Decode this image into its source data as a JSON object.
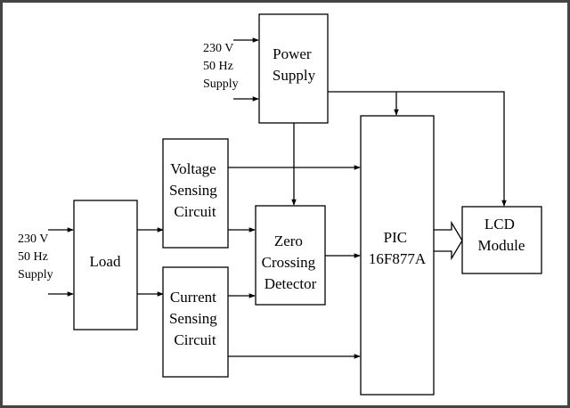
{
  "colors": {
    "stroke": "#000000",
    "background": "#ffffff",
    "border": "#444444"
  },
  "blocks": {
    "power_supply": {
      "lines": [
        "Power",
        "Supply"
      ]
    },
    "voltage_sensing": {
      "lines": [
        "Voltage",
        "Sensing",
        "Circuit"
      ]
    },
    "current_sensing": {
      "lines": [
        "Current",
        "Sensing",
        "Circuit"
      ]
    },
    "load": {
      "lines": [
        "Load"
      ]
    },
    "zero_crossing": {
      "lines": [
        "Zero",
        "Crossing",
        "Detector"
      ]
    },
    "pic": {
      "lines": [
        "PIC",
        "16F877A"
      ]
    },
    "lcd": {
      "lines": [
        "LCD",
        "Module"
      ]
    }
  },
  "sources": {
    "top": {
      "lines": [
        "230 V",
        "50 Hz",
        "Supply"
      ]
    },
    "left": {
      "lines": [
        "230 V",
        "50 Hz",
        "Supply"
      ]
    }
  }
}
